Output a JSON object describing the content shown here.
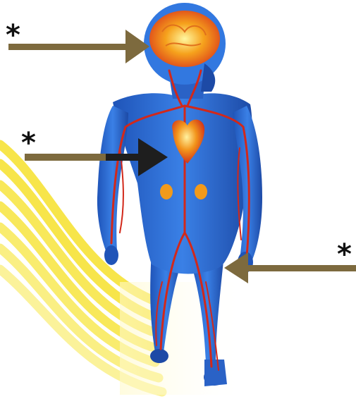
{
  "markers": [
    {
      "id": "brain",
      "symbol": "*",
      "points_to": "brain"
    },
    {
      "id": "heart",
      "symbol": "*",
      "points_to": "heart"
    },
    {
      "id": "leg",
      "symbol": "*",
      "points_to": "leg-blood-vessels"
    }
  ],
  "colors": {
    "arrow": "#7d6a3e",
    "arrow_dark": "#1e1e1e",
    "body": "#2f6fd8",
    "body_dark": "#1a3f9c",
    "vessel": "#d2281a",
    "organ": "#f29a1a",
    "sun_ray": "#f7e54a",
    "background": "#ffffff"
  },
  "icons": {
    "figure": "human-body-circulatory-icon",
    "arrow": "pointer-arrow-icon",
    "rays": "sunlight-rays-icon"
  }
}
